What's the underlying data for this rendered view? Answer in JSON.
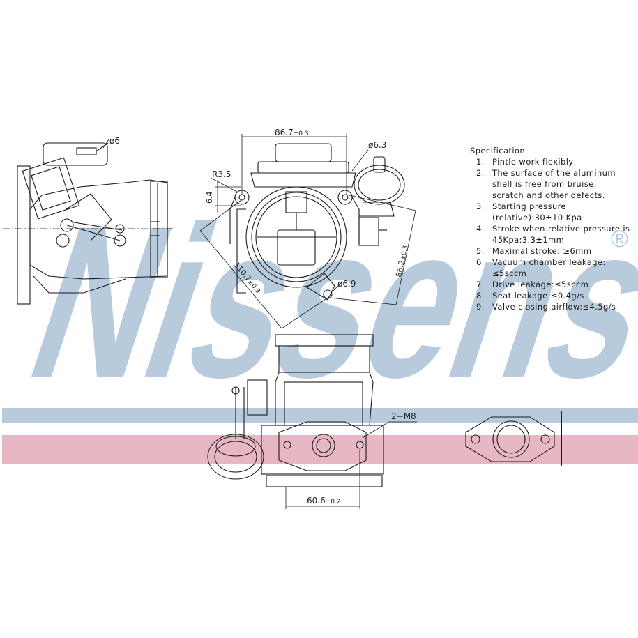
{
  "brand": {
    "name": "Nissens",
    "registered_mark": "®",
    "watermark_color": "#b7cbdd",
    "band_blue": "#b7cbdd",
    "band_red": "#e7b8c4"
  },
  "dimensions": {
    "top_width": "86.7",
    "top_width_tol": "±0.3",
    "phi6": "ø6",
    "phi6_3": "ø6.3",
    "r35": "R3.5",
    "d64": "6.4",
    "diag_110": "110.7",
    "diag_110_tol": "±0.3",
    "d862": "86.2",
    "d862_tol": "±0.3",
    "phi69": "ø6.9",
    "m8": "2−M8",
    "bottom_width": "60.6",
    "bottom_width_tol": "±0.2"
  },
  "spec": {
    "title": "Specification",
    "items": [
      {
        "num": "1.",
        "text": "Pintle work flexibly"
      },
      {
        "num": "2.",
        "text": "The surface of the aluminum\nshell is free from bruise,\nscratch and other defects."
      },
      {
        "num": "3.",
        "text": "Starting pressure\n(relative):30±10 Kpa"
      },
      {
        "num": "4.",
        "text": "Stroke when relative pressure is\n45Kpa:3.3±1mm"
      },
      {
        "num": "5.",
        "text": "Maximal stroke: ≥6mm"
      },
      {
        "num": "6.",
        "text": "Vacuum chamber leakage:\n≤5sccm"
      },
      {
        "num": "7.",
        "text": "Drive leakage:≤5sccm"
      },
      {
        "num": "8.",
        "text": "Seat leakage:≤0.4g/s"
      },
      {
        "num": "9.",
        "text": "Valve closing airflow:≤4.5g/s"
      }
    ]
  }
}
